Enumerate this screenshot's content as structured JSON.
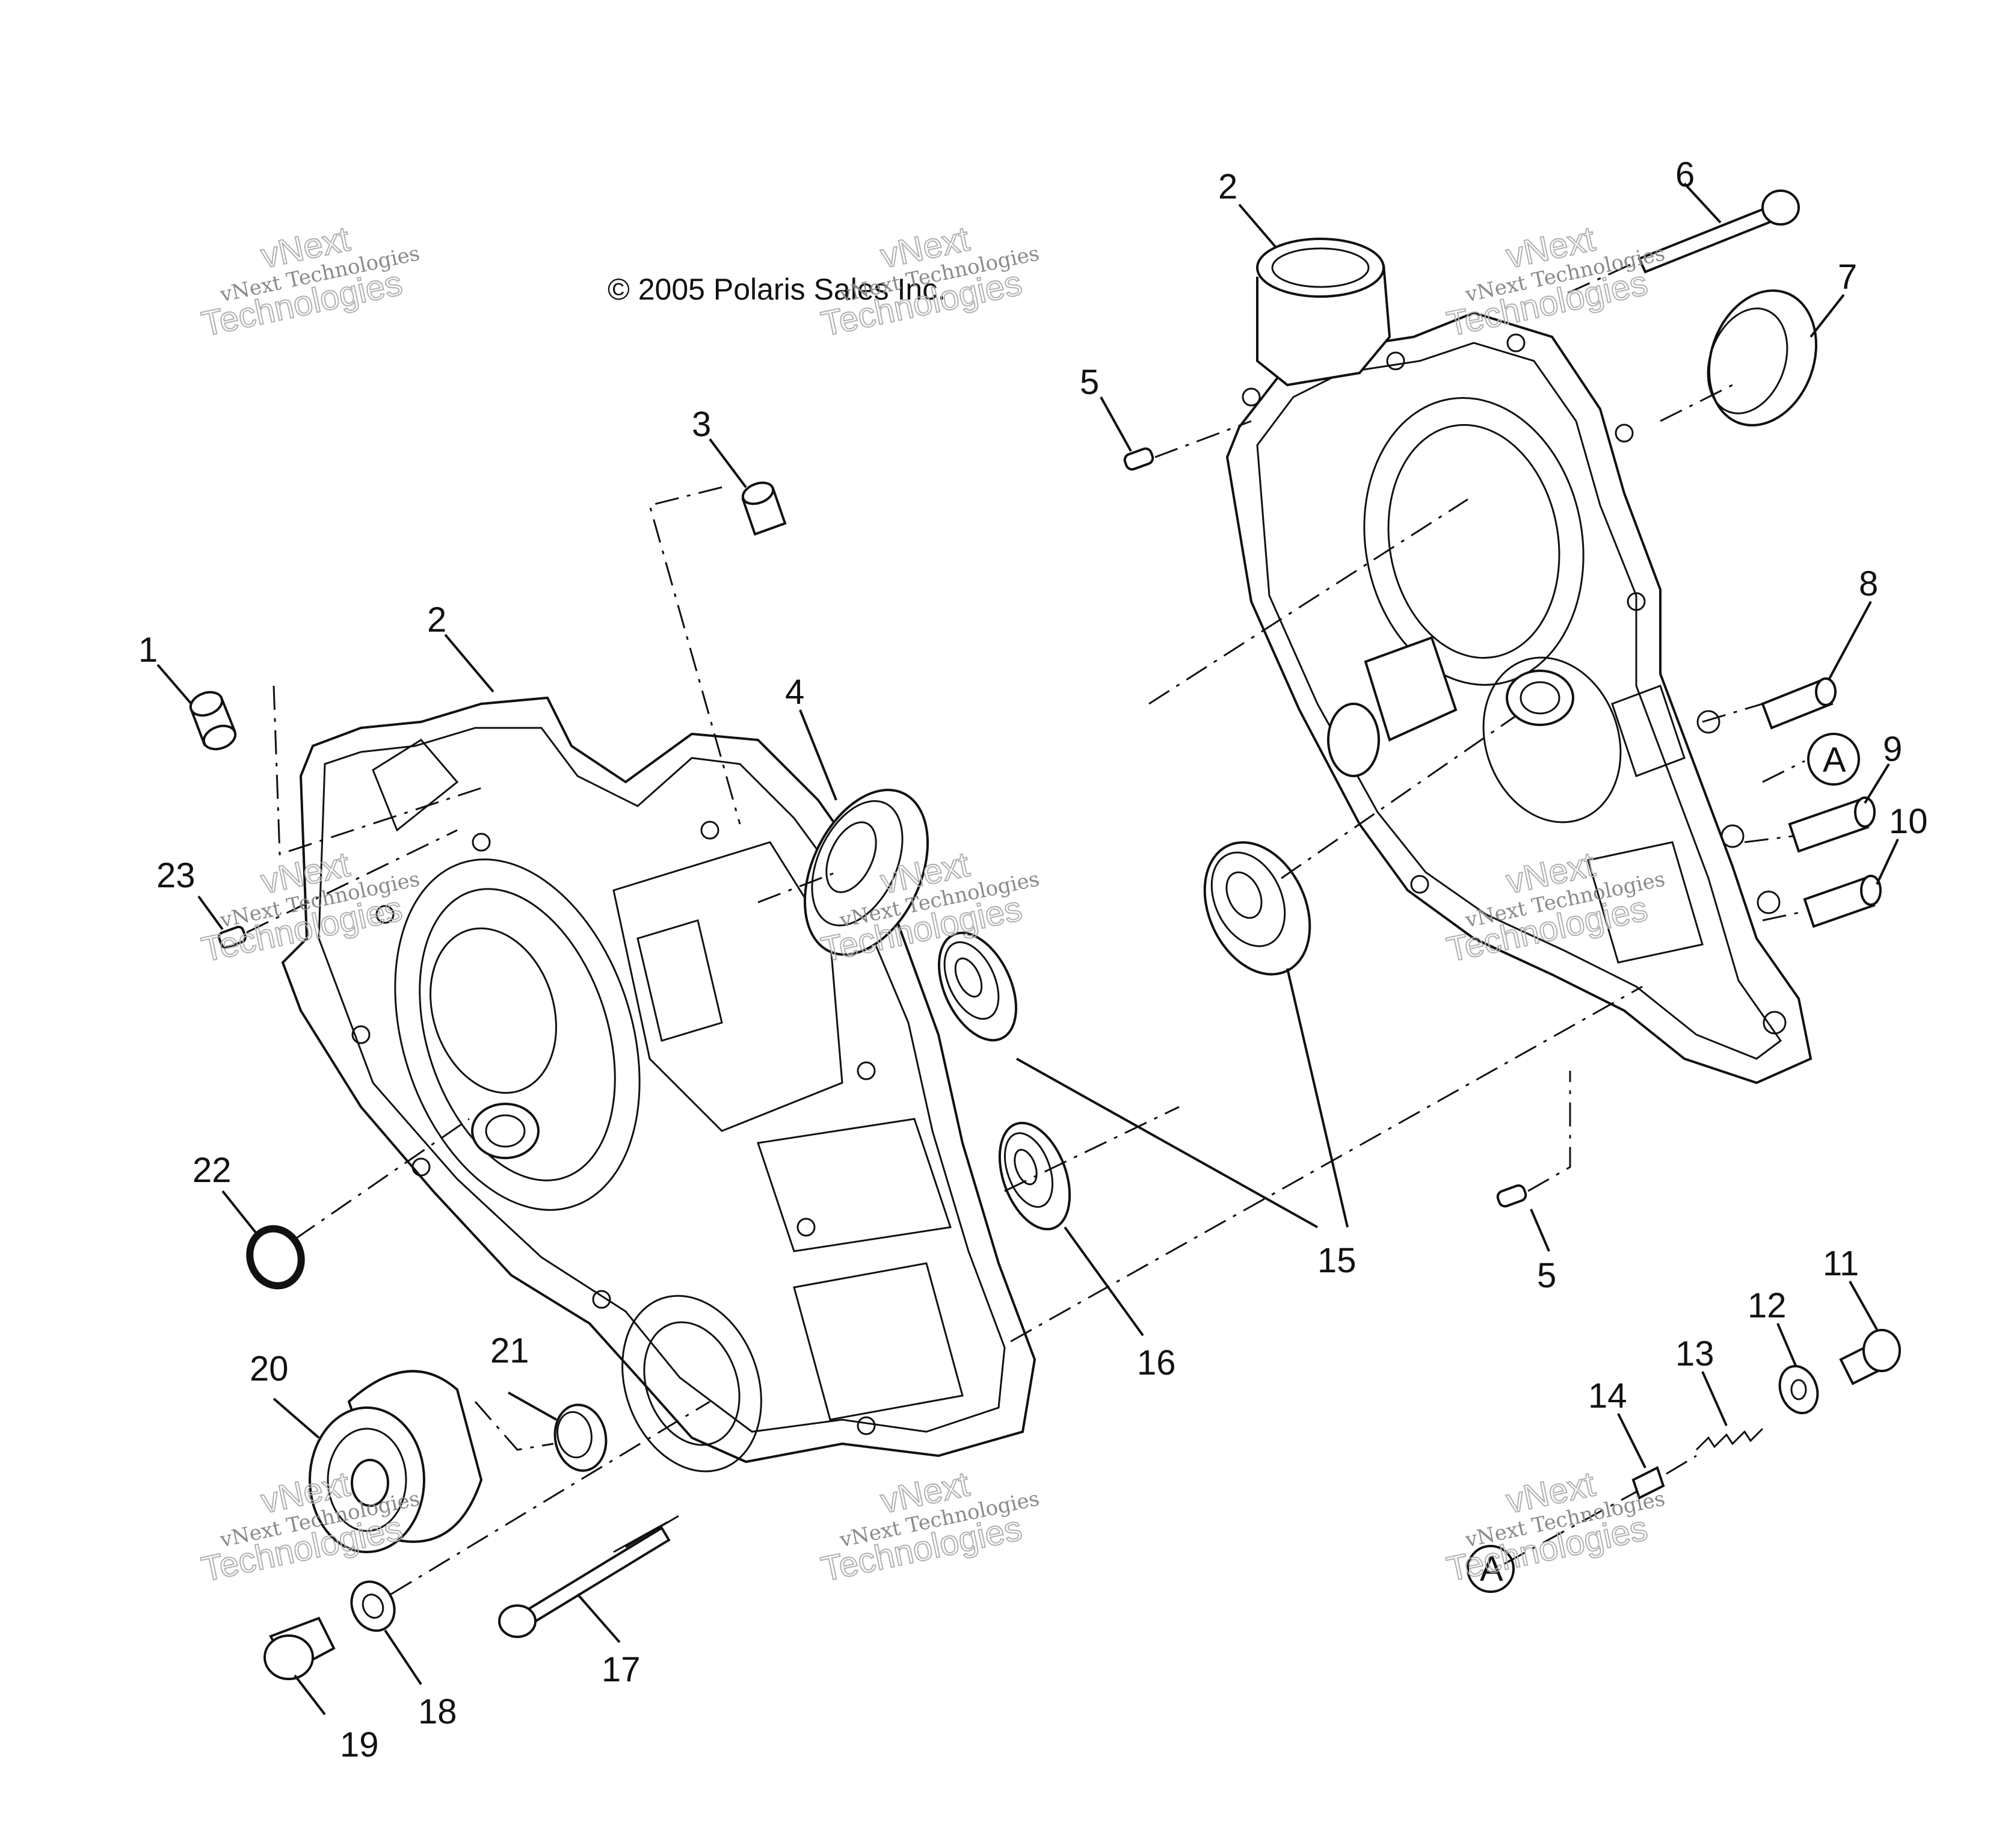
{
  "copyright": "© 2005 Polaris Sales Inc.",
  "watermark": {
    "line1": "vNext",
    "line2": "vNext Technologies",
    "line3": "Technologies"
  },
  "callouts": {
    "c1": "1",
    "c2a": "2",
    "c2b": "2",
    "c3": "3",
    "c4": "4",
    "c5a": "5",
    "c5b": "5",
    "c6": "6",
    "c7": "7",
    "c8": "8",
    "c9": "9",
    "c10": "10",
    "c11": "11",
    "c12": "12",
    "c13": "13",
    "c14": "14",
    "c15": "15",
    "c16": "16",
    "c17": "17",
    "c18": "18",
    "c19": "19",
    "c20": "20",
    "c21": "21",
    "c22": "22",
    "c23": "23"
  },
  "reference_marks": {
    "ref_a1": "A",
    "ref_a2": "A"
  }
}
